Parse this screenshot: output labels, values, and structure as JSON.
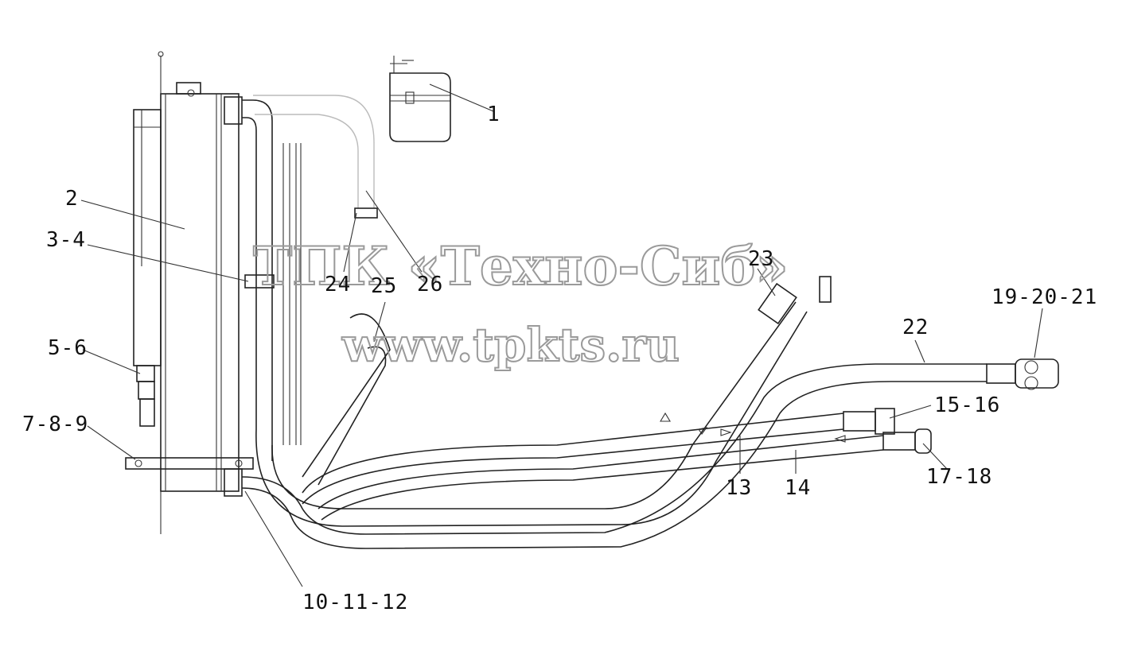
{
  "callouts": {
    "c1": "1",
    "c2": "2",
    "c3_4": "3-4",
    "c5_6": "5-6",
    "c7_8_9": "7-8-9",
    "c10_11_12": "10-11-12",
    "c13": "13",
    "c14": "14",
    "c15_16": "15-16",
    "c17_18": "17-18",
    "c19_20_21": "19-20-21",
    "c22": "22",
    "c23": "23",
    "c24": "24",
    "c25": "25",
    "c26": "26"
  },
  "watermark": {
    "line1": "ТПК «Техно-Сиб»",
    "line2": "www.tpkts.ru"
  }
}
